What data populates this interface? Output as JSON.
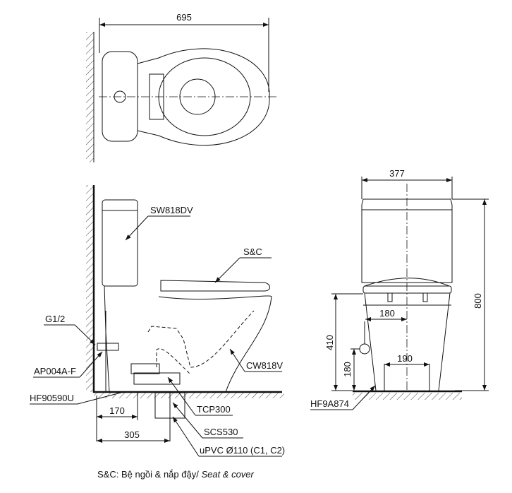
{
  "top_view": {
    "width_dim": "695"
  },
  "side_view": {
    "labels": {
      "tank": "SW818DV",
      "seat": "S&C",
      "valve": "G1/2",
      "angle_valve": "AP004A-F",
      "bowl": "CW818V",
      "hose": "HF90590U",
      "flange": "TCP300",
      "seal": "SCS530",
      "pipe": "uPVC Ø110 (C1, C2)"
    },
    "dims": {
      "valve_offset": "170",
      "rough_in": "305"
    }
  },
  "front_view": {
    "dims": {
      "width": "377",
      "height": "800",
      "bowl_height": "410",
      "valve_offset": "180",
      "valve_height": "180",
      "bolt_spacing": "190"
    },
    "labels": {
      "hose": "HF9A874"
    }
  },
  "footnote": {
    "text": "S&C: Bệ ngồi & nắp đậy/ ",
    "italic": "Seat & cover"
  }
}
